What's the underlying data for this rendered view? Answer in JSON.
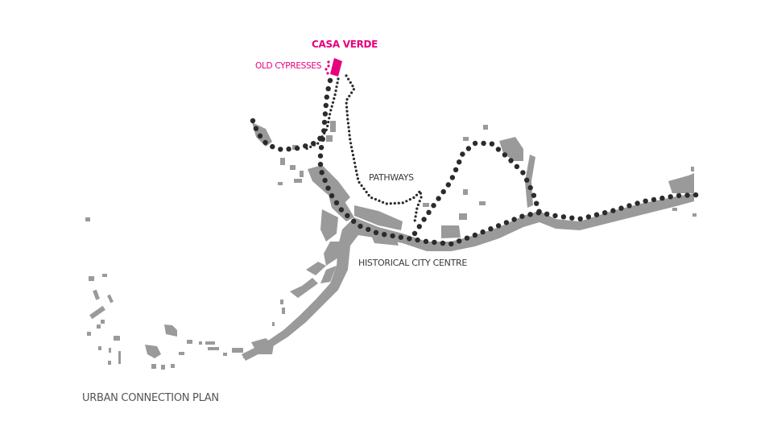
{
  "title": "URBAN CONNECTION PLAN",
  "labels": {
    "casa_verde": "CASA VERDE",
    "old_cypresses": "OLD CYPRESSES",
    "pathways": "PATHWAYS",
    "historical_city_centre": "HISTORICAL CITY CENTRE"
  },
  "colors": {
    "highlight": "#e6007e",
    "buildings": "#9a9a9a",
    "main_path_dots": "#2b2b2b",
    "text": "#3a3a3a"
  },
  "legend_semantics": {
    "large_dots": "main urban connection route",
    "small_dots": "pathways",
    "grey_shapes": "buildings",
    "magenta_shape": "Casa Verde site"
  }
}
